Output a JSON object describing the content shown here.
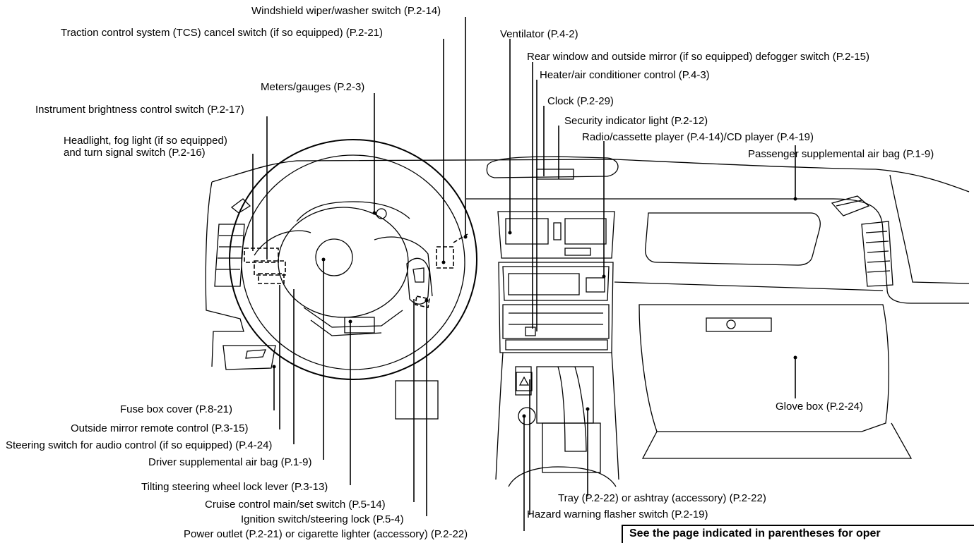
{
  "callouts": {
    "wiper": "Windshield wiper/washer switch (P.2-14)",
    "tcs": "Traction control system (TCS) cancel switch (if so equipped) (P.2-21)",
    "meters": "Meters/gauges (P.2-3)",
    "brightness": "Instrument brightness control switch (P.2-17)",
    "headlight_1": "Headlight, fog light (if so equipped)",
    "headlight_2": "and turn signal switch (P.2-16)",
    "ventilator": "Ventilator (P.4-2)",
    "defogger": "Rear window and outside mirror (if so equipped) defogger switch (P.2-15)",
    "heater": "Heater/air conditioner control (P.4-3)",
    "clock": "Clock (P.2-29)",
    "security": "Security indicator light (P.2-12)",
    "radio": "Radio/cassette player (P.4-14)/CD player (P.4-19)",
    "passenger_bag": "Passenger supplemental air bag (P.1-9)",
    "glove_box": "Glove box (P.2-24)",
    "fuse_box": "Fuse box cover (P.8-21)",
    "mirror_remote": "Outside mirror remote control (P.3-15)",
    "steering_audio": "Steering switch for audio control (if so equipped) (P.4-24)",
    "driver_bag": "Driver supplemental air bag (P.1-9)",
    "tilt_lever": "Tilting steering wheel lock lever (P.3-13)",
    "cruise": "Cruise control main/set switch (P.5-14)",
    "ignition": "Ignition switch/steering lock (P.5-4)",
    "power_outlet": "Power outlet (P.2-21) or cigarette lighter (accessory) (P.2-22)",
    "tray": "Tray (P.2-22) or ashtray (accessory) (P.2-22)",
    "hazard": "Hazard warning flasher switch (P.2-19)"
  },
  "note": "See the page indicated in parentheses for oper",
  "icons": {
    "hazard_button": "triangle-icon"
  }
}
